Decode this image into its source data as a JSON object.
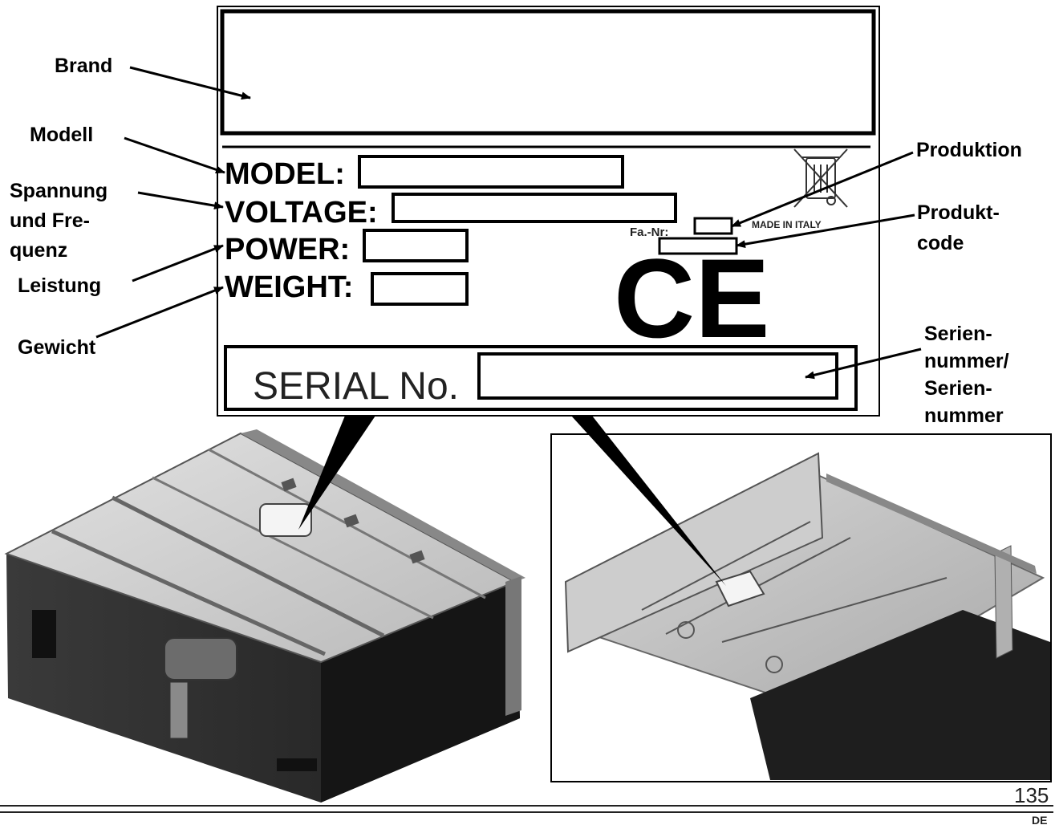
{
  "callouts": {
    "brand": "Brand",
    "model": "Modell",
    "voltage_line1": "Spannung",
    "voltage_line2": "und Fre-",
    "voltage_line3": "quenz",
    "power": "Leistung",
    "weight": "Gewicht",
    "production": "Produktion",
    "product_code_line1": "Produkt-",
    "product_code_line2": "code",
    "serial_line1": "Serien-",
    "serial_line2": "nummer/",
    "serial_line3": "Serien-",
    "serial_line4": "nummer"
  },
  "plate": {
    "model_label": "MODEL:",
    "voltage_label": "VOLTAGE:",
    "power_label": "POWER:",
    "weight_label": "WEIGHT:",
    "fa_nr": "Fa.-Nr:",
    "made_in": "MADE IN ITALY",
    "ce_mark": "CE",
    "serial_label": "SERIAL No."
  },
  "footer": {
    "page_number": "135",
    "language": "DE"
  }
}
